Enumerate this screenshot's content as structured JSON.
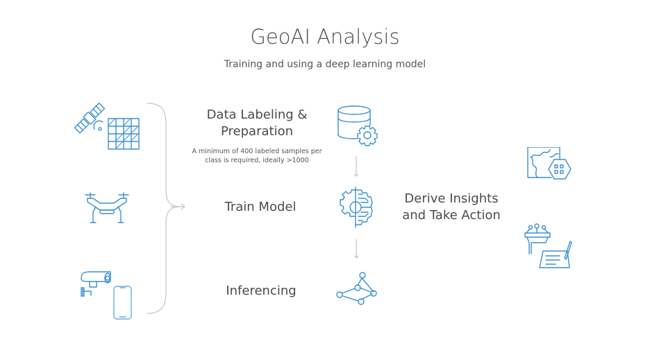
{
  "header": {
    "title": "GeoAI Analysis",
    "subtitle": "Training and using a deep learning model"
  },
  "steps": [
    {
      "label_line1": "Data Labeling &",
      "label_line2": "Preparation",
      "note_line1": "A minimum of 400 labeled samples per",
      "note_line2": "class is required, ideally >1000",
      "icon": "database-gear-icon"
    },
    {
      "label": "Train Model",
      "icon": "brain-gear-icon"
    },
    {
      "label": "Inferencing",
      "icon": "network-graph-icon"
    }
  ],
  "outcome": {
    "line1": "Derive Insights",
    "line2": "and Take Action"
  },
  "sources": [
    "satellite-icon",
    "raster-grid-icon",
    "drone-icon",
    "security-camera-icon",
    "smartphone-icon"
  ],
  "colors": {
    "icon": "#3a8fd0",
    "connector": "#cccccc",
    "text": "#4b4b4b"
  }
}
